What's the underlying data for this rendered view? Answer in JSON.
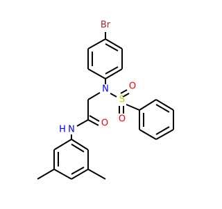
{
  "molecule": {
    "atoms": {
      "br": "Br",
      "n_sulfonamide": "N",
      "s": "S",
      "o_upper": "O",
      "o_lower": "O",
      "o_carbonyl": "O",
      "nh": "N",
      "h": "H"
    },
    "colors": {
      "bond": "#000000",
      "bromine": "#A52A2A",
      "nitrogen": "#0000FF",
      "oxygen": "#FF0000",
      "sulfur": "#CCCC00"
    }
  }
}
